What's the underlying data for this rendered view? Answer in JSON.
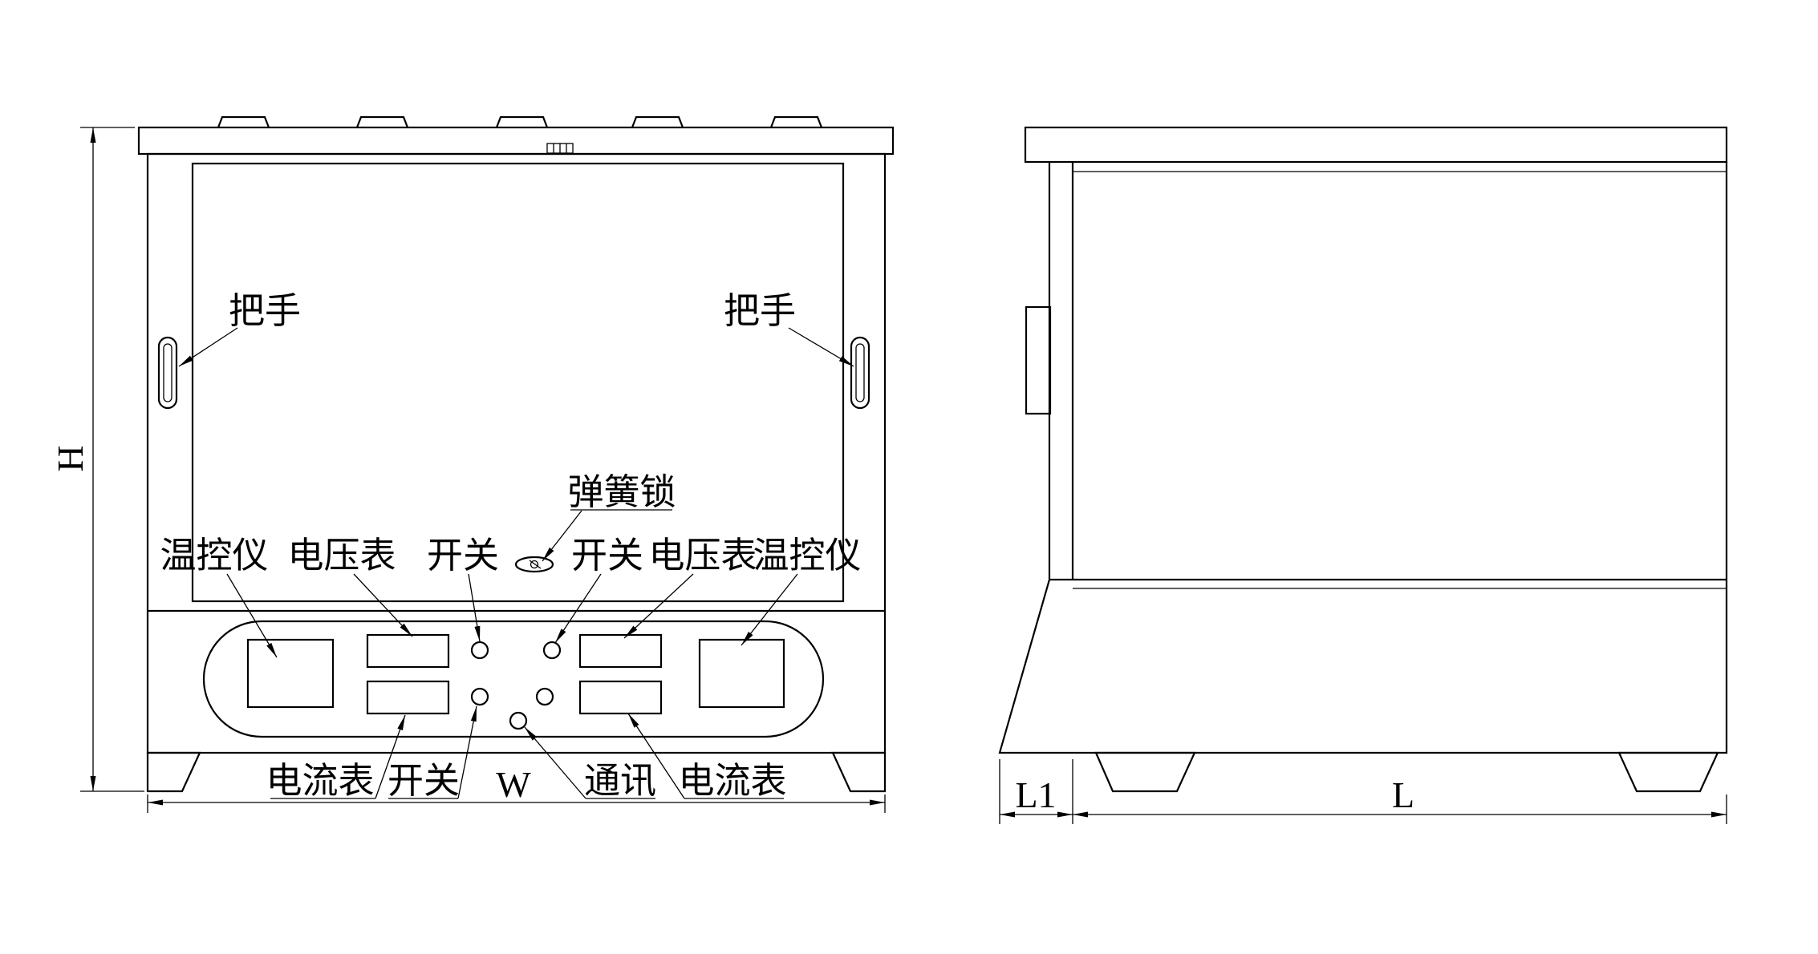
{
  "front_view": {
    "labels": {
      "handle_left": "把手",
      "handle_right": "把手",
      "spring_lock": "弹簧锁",
      "temp_controller_left": "温控仪",
      "voltmeter_left": "电压表",
      "switch_top_left": "开关",
      "switch_top_right": "开关",
      "voltmeter_right": "电压表",
      "temp_controller_right": "温控仪",
      "ammeter_left": "电流表",
      "switch_bottom": "开关",
      "comm_port": "通讯",
      "ammeter_right": "电流表"
    },
    "dimensions": {
      "height": "H",
      "width": "W"
    }
  },
  "side_view": {
    "dimensions": {
      "offset": "L1",
      "depth": "L"
    }
  },
  "colors": {
    "line": "#000000",
    "background": "#ffffff"
  }
}
